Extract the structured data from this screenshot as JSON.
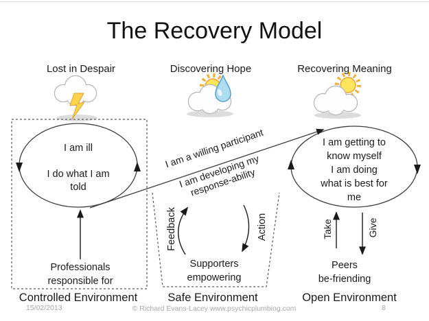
{
  "title": "The Recovery Model",
  "stages": {
    "despair": {
      "header": "Lost in Despair",
      "icon": "storm-cloud-lightning",
      "cycle_line1": "I am ill",
      "cycle_lines": [
        "I do what I am",
        "told"
      ],
      "support_lines": [
        "Professionals",
        "responsible for"
      ],
      "environment": "Controlled Environment"
    },
    "hope": {
      "header": "Discovering Hope",
      "icon": "sun-behind-cloud-raindrop",
      "loop_up_label": "Feedback",
      "loop_down_label": "Action",
      "support_lines": [
        "Supporters",
        "empowering"
      ],
      "environment": "Safe Environment"
    },
    "meaning": {
      "header": "Recovering Meaning",
      "icon": "sun-behind-cloud",
      "cycle": [
        "I am getting to",
        "know myself",
        "I am doing",
        "what is best for",
        "me"
      ],
      "up_label": "Take",
      "down_label": "Give",
      "support_lines": [
        "Peers",
        "be-friending"
      ],
      "environment": "Open Environment"
    }
  },
  "transitions": {
    "to_hope": "I am a willing participant",
    "to_meaning_lines": [
      "I am developing my",
      "response-ability"
    ]
  },
  "footer": {
    "date": "15/02/2013",
    "copyright": "© Richard Evans-Lacey www.psychicplumbing.com",
    "page": "8"
  },
  "colors": {
    "text": "#1a1a1a",
    "dashed_border": "#595959",
    "footer_gray": "#a8a8a8",
    "lightning_yellow": "#FFD34D",
    "sun_yellow": "#FFE45E",
    "sun_ray_orange": "#F0AF3F",
    "raindrop_blue": "#AEDCF0",
    "cloud_outline": "#b5b5b5"
  }
}
